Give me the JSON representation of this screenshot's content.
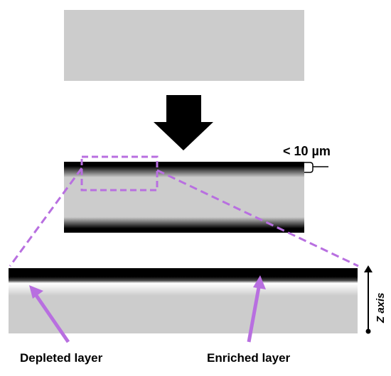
{
  "labels": {
    "thickness": "< 10 µm",
    "axis": "Z axis",
    "depleted": "Depleted layer",
    "enriched": "Enriched layer"
  },
  "colors": {
    "slab_gray": "#cccccc",
    "dark_layer": "#000000",
    "highlight": "#b86fe0",
    "arrow": "#000000"
  },
  "icons": {
    "compression": "down-arrow-icon",
    "zoom": "dashed-zoom-box",
    "bracket": "brace-icon"
  }
}
